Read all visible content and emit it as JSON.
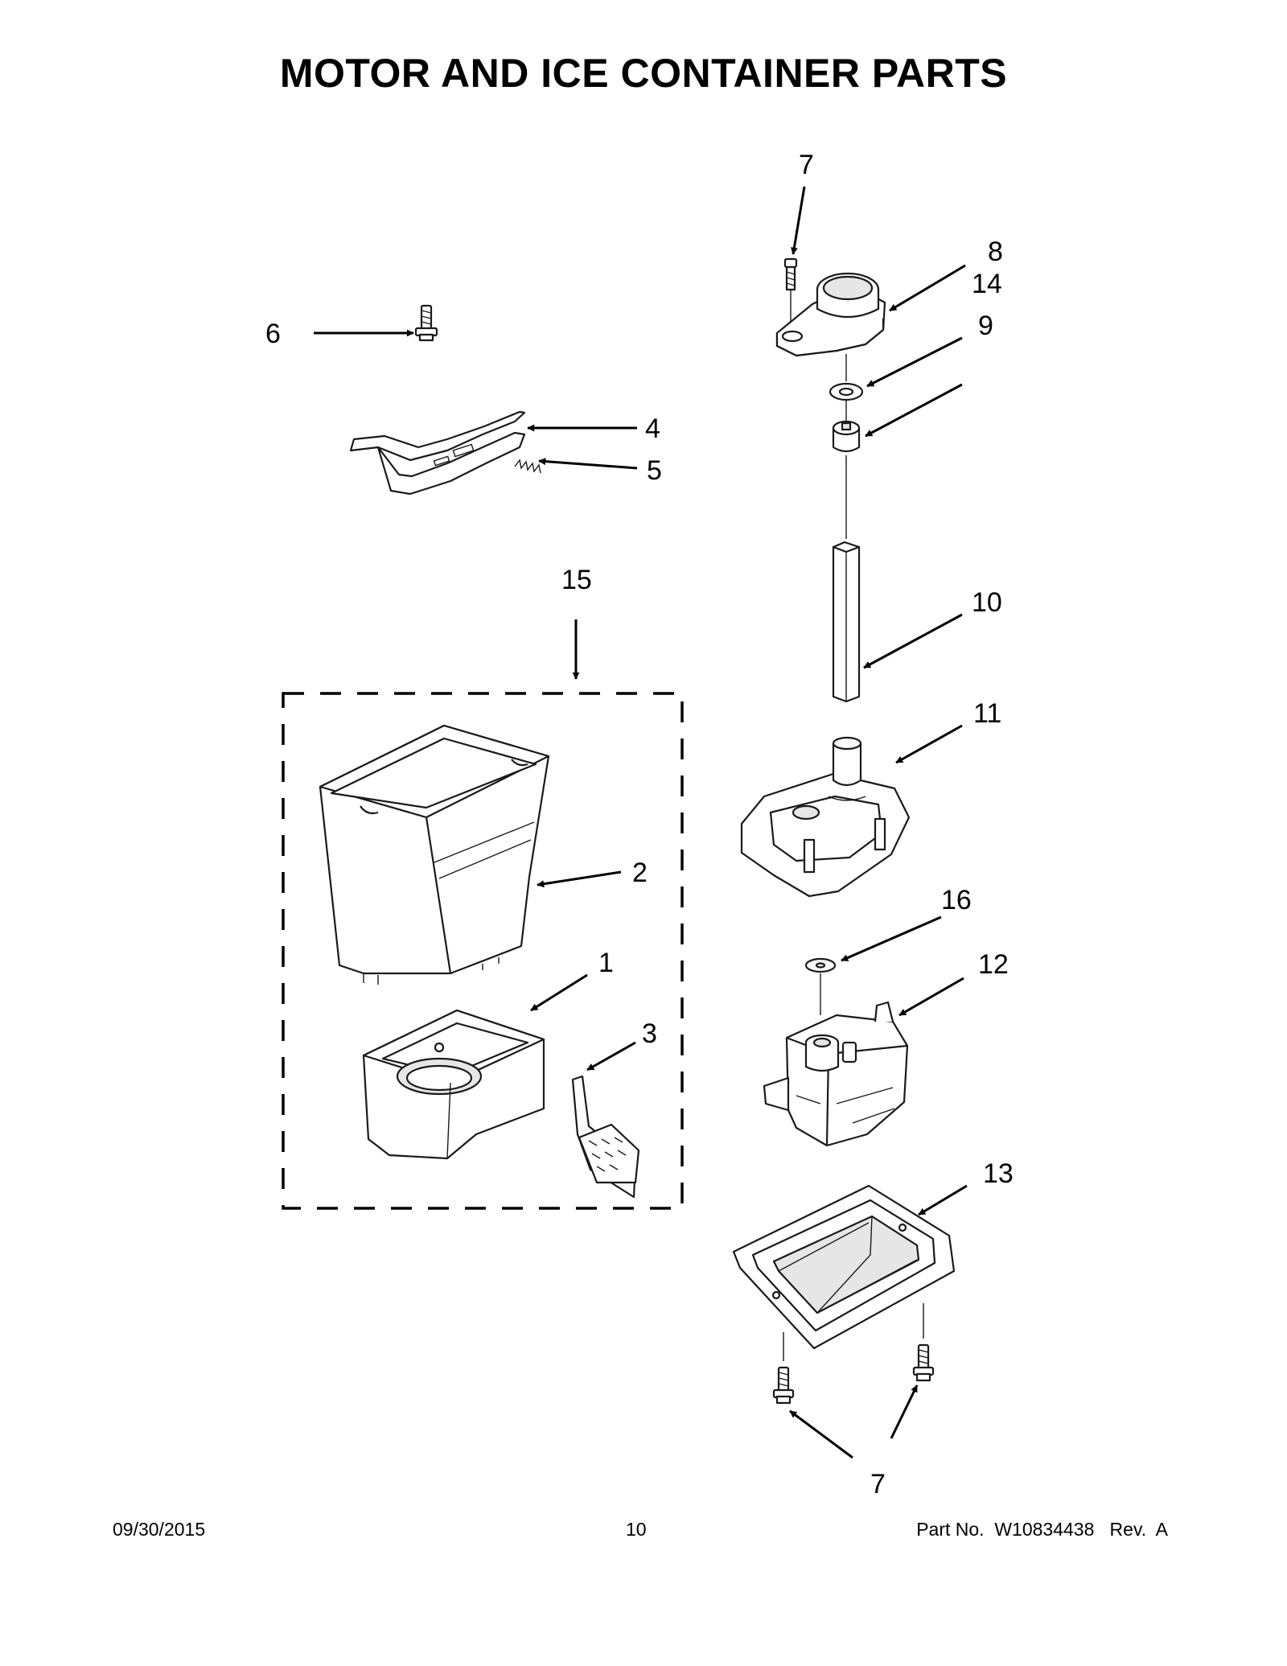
{
  "title": "MOTOR AND ICE CONTAINER PARTS",
  "callouts": {
    "c1": "1",
    "c2": "2",
    "c3": "3",
    "c4": "4",
    "c5": "5",
    "c6": "6",
    "c7a": "7",
    "c7b": "7",
    "c8": "8",
    "c9": "9",
    "c10": "10",
    "c11": "11",
    "c12": "12",
    "c13": "13",
    "c14": "14",
    "c15": "15",
    "c16": "16"
  },
  "footer": {
    "date": "09/30/2015",
    "page": "10",
    "part_number": "Part No.  W10834438   Rev.  A"
  }
}
